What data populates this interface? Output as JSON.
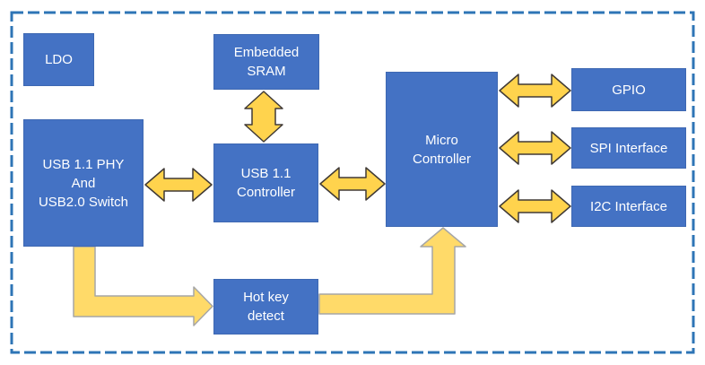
{
  "colors": {
    "box_fill": "#4472C4",
    "box_border": "#3E68B2",
    "box_text": "#FFFFFF",
    "frame": "#2E75B6",
    "arrow_fill": "#FFD34D",
    "arrow_fill_light": "#FFDA69",
    "arrow_outline_dark": "#403A36",
    "arrow_outline_gray": "#A6A6A6"
  },
  "blocks": [
    {
      "id": "ldo",
      "label": "LDO"
    },
    {
      "id": "embedded-sram",
      "label": "Embedded\nSRAM"
    },
    {
      "id": "usb-phy-switch",
      "label": "USB 1.1 PHY\nAnd\nUSB2.0 Switch"
    },
    {
      "id": "usb-controller",
      "label": "USB 1.1\nController"
    },
    {
      "id": "micro-controller",
      "label": "Micro\nController"
    },
    {
      "id": "gpio",
      "label": "GPIO"
    },
    {
      "id": "spi-interface",
      "label": "SPI Interface"
    },
    {
      "id": "i2c-interface",
      "label": "I2C Interface"
    },
    {
      "id": "hot-key-detect",
      "label": "Hot key\ndetect"
    }
  ],
  "connections": [
    {
      "from": "Embedded SRAM",
      "to": "USB 1.1 Controller",
      "type": "bidirectional"
    },
    {
      "from": "USB 1.1 PHY And USB2.0 Switch",
      "to": "USB 1.1 Controller",
      "type": "bidirectional"
    },
    {
      "from": "USB 1.1 Controller",
      "to": "Micro Controller",
      "type": "bidirectional"
    },
    {
      "from": "Micro Controller",
      "to": "GPIO",
      "type": "bidirectional"
    },
    {
      "from": "Micro Controller",
      "to": "SPI Interface",
      "type": "bidirectional"
    },
    {
      "from": "Micro Controller",
      "to": "I2C Interface",
      "type": "bidirectional"
    },
    {
      "from": "USB 1.1 PHY And USB2.0 Switch",
      "to": "Hot key detect",
      "type": "directed"
    },
    {
      "from": "Hot key detect",
      "to": "Micro Controller",
      "type": "directed"
    }
  ]
}
